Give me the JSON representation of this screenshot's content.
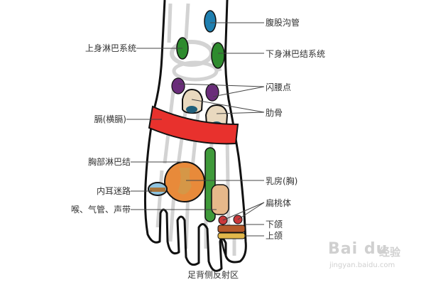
{
  "diagram": {
    "caption": "足背侧反射区",
    "labels_left": [
      {
        "id": "upper-lymph",
        "text": "上身淋巴系统"
      },
      {
        "id": "diaphragm",
        "text": "膈(横膈)"
      },
      {
        "id": "chest-lymph",
        "text": "胸部淋巴结"
      },
      {
        "id": "inner-ear",
        "text": "内耳迷路"
      },
      {
        "id": "throat",
        "text": "喉、气管、声带"
      }
    ],
    "labels_right": [
      {
        "id": "groin",
        "text": "腹股沟管"
      },
      {
        "id": "lower-lymph",
        "text": "下身淋巴结系统"
      },
      {
        "id": "lumbar",
        "text": "闪腰点"
      },
      {
        "id": "ribs",
        "text": "肋骨"
      },
      {
        "id": "breast",
        "text": "乳房(胸)"
      },
      {
        "id": "tonsils",
        "text": "扁桃体"
      },
      {
        "id": "lower-jaw",
        "text": "下颌"
      },
      {
        "id": "upper-jaw",
        "text": "上颌"
      }
    ],
    "colors": {
      "outline": "#111111",
      "bone": "#c8c8c8",
      "groin": "#1f7fb0",
      "lymph": "#2e8b2e",
      "lumbar": "#6a2d7a",
      "ribs": "#e9d9bf",
      "diaphragm": "#e8312d",
      "chest": "#e88a3a",
      "breast_strip": "#3f9a3a",
      "tonsil": "#c9383a",
      "lower_jaw": "#b65a2a",
      "upper_jaw": "#e2b74a",
      "ear": "#8fc3df"
    }
  },
  "watermark": {
    "brand": "Bai du",
    "cn": "经验",
    "url": "jingyan.baidu.com"
  }
}
